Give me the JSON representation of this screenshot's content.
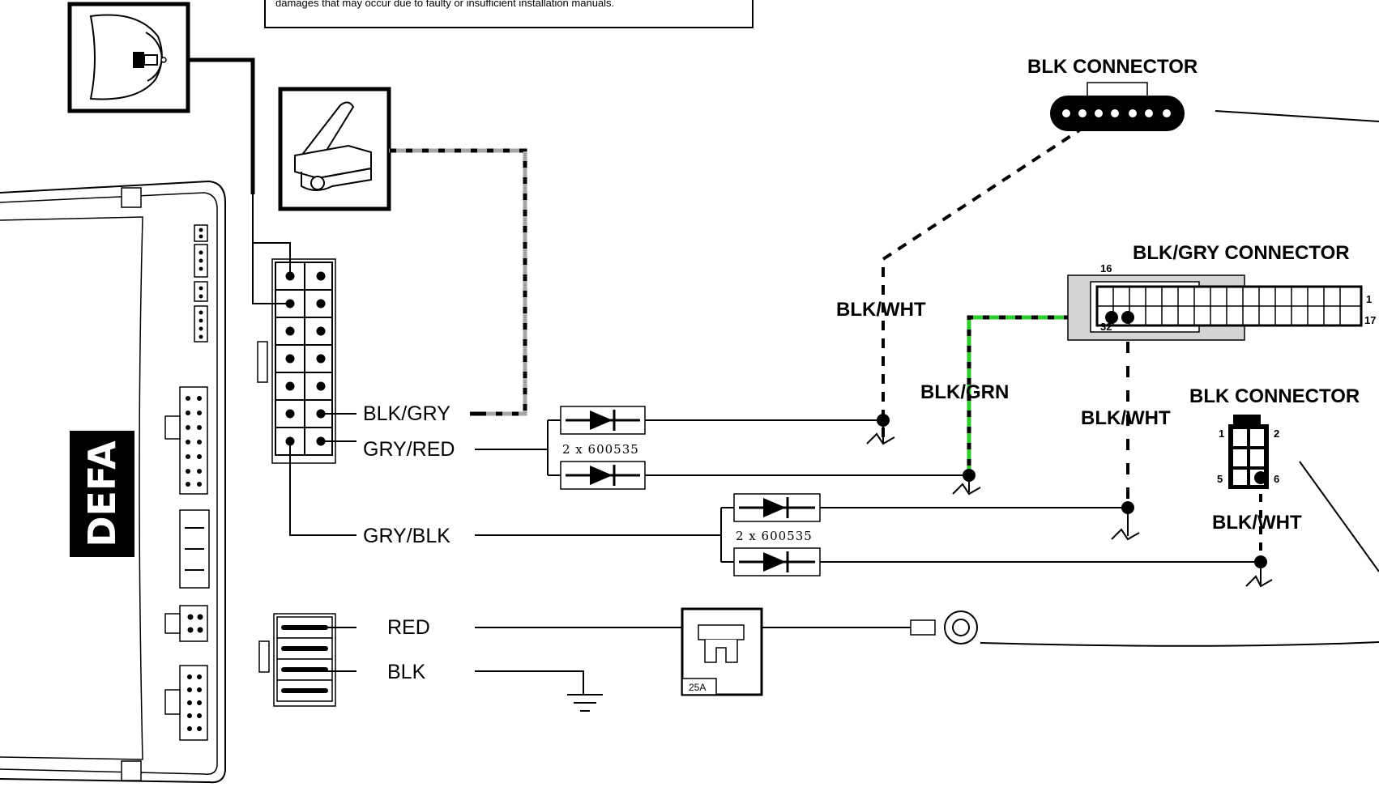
{
  "note": {
    "text": "damages that may occur due to faulty or insufficient installation manuals."
  },
  "brand": {
    "logo_text": "DEFA"
  },
  "wires": {
    "blk_gry": "BLK/GRY",
    "gry_red": "GRY/RED",
    "gry_blk": "GRY/BLK",
    "red": "RED",
    "blk": "BLK",
    "blk_wht_1": "BLK/WHT",
    "blk_grn": "BLK/GRN",
    "blk_wht_2": "BLK/WHT",
    "blk_wht_3": "BLK/WHT"
  },
  "connectors": {
    "blk_connector_top": "BLK CONNECTOR",
    "blk_gry_connector": "BLK/GRY CONNECTOR",
    "blk_connector_right": "BLK CONNECTOR",
    "pin_16": "16",
    "pin_1": "1",
    "pin_17": "17",
    "pin_32": "32",
    "pin_r1": "1",
    "pin_r2": "2",
    "pin_r5": "5",
    "pin_r6": "6"
  },
  "diodes": {
    "pair_1": "2 x 600535",
    "pair_2": "2 x 600535"
  },
  "fuse": {
    "rating": "25A"
  },
  "colors": {
    "wire": "#000000",
    "green_stripe": "#2ecc2e",
    "gray_stripe": "#a6a6a6",
    "connector_fill": "#d4d4d4"
  }
}
